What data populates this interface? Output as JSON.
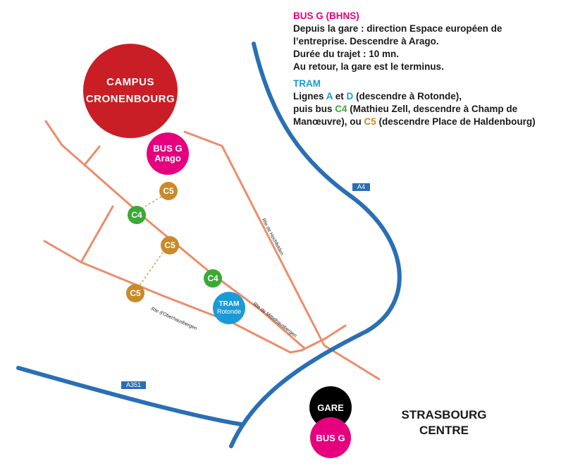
{
  "info": {
    "bus_title": "BUS G (BHNS)",
    "bus_lines": [
      "Depuis la gare : direction Espace européen de",
      "l’entreprise. Descendre à Arago.",
      "Durée du trajet : 10 mn.",
      "Au retour, la gare est le terminus."
    ],
    "tram_title": "TRAM",
    "tram_l1_pre": "Lignes ",
    "tram_l1_a": "A",
    "tram_l1_mid": " et ",
    "tram_l1_d": "D",
    "tram_l1_post": " (descendre à Rotonde),",
    "tram_l2_pre": "puis bus ",
    "tram_l2_c4": "C4",
    "tram_l2_post": " (Mathieu Zell, descendre à Champ de",
    "tram_l3_pre": "Manœuvre), ou ",
    "tram_l3_c5": "C5",
    "tram_l3_post": " (descendre Place de Haldenbourg)"
  },
  "places": {
    "campus_l1": "CAMPUS",
    "campus_l2": "CRONENBOURG",
    "busg_stop_l1": "BUS G",
    "busg_stop_l2": "Arago",
    "gare": "GARE",
    "busg_gare": "BUS G",
    "tram_l1": "TRAM",
    "tram_l2": "Rotonde",
    "city_l1": "STRASBOURG",
    "city_l2": "CENTRE"
  },
  "stops": {
    "c4": "C4",
    "c5": "C5"
  },
  "roads": {
    "hochfelden": "Rte de Hochfelden",
    "mittelhausbergen": "Rte de Mittelhausbergen",
    "oberhausbergen": "Rte d'Oberhausbergen"
  },
  "highways": {
    "a4": "A4",
    "a351": "A351"
  },
  "colors": {
    "road": "#eb8d6c",
    "highway": "#2a6fb4",
    "campus": "#c91e25",
    "bus_g": "#e6007e",
    "tram": "#1a9ad6",
    "c4": "#3aa935",
    "c5": "#c98a2b"
  }
}
